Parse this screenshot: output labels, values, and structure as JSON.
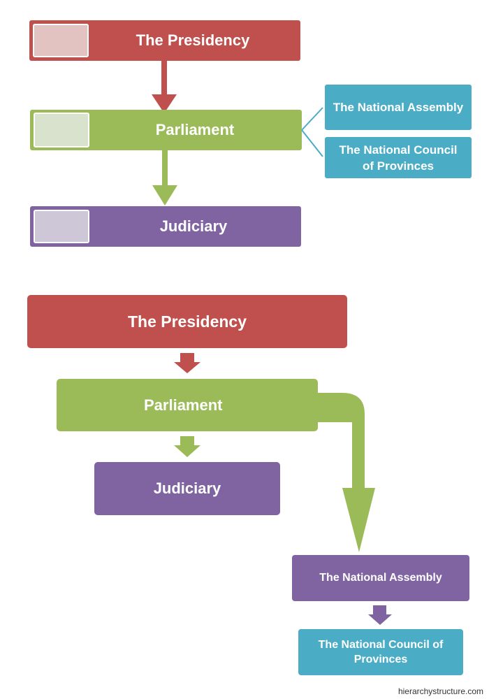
{
  "diagram_top": {
    "presidency": "The Presidency",
    "parliament": "Parliament",
    "judiciary": "Judiciary",
    "national_assembly": "The National Assembly",
    "ncop_line1": "The National Council",
    "ncop_line2": "of Provinces"
  },
  "diagram_bottom": {
    "presidency": "The Presidency",
    "parliament": "Parliament",
    "judiciary": "Judiciary",
    "national_assembly": "The National Assembly",
    "ncop_line1": "The National Council of",
    "ncop_line2": "Provinces"
  },
  "watermark": "hierarchystructure.com",
  "colors": {
    "red": "#c0504d",
    "green": "#9bbb59",
    "purple": "#8064a2",
    "teal": "#4bacc6"
  }
}
